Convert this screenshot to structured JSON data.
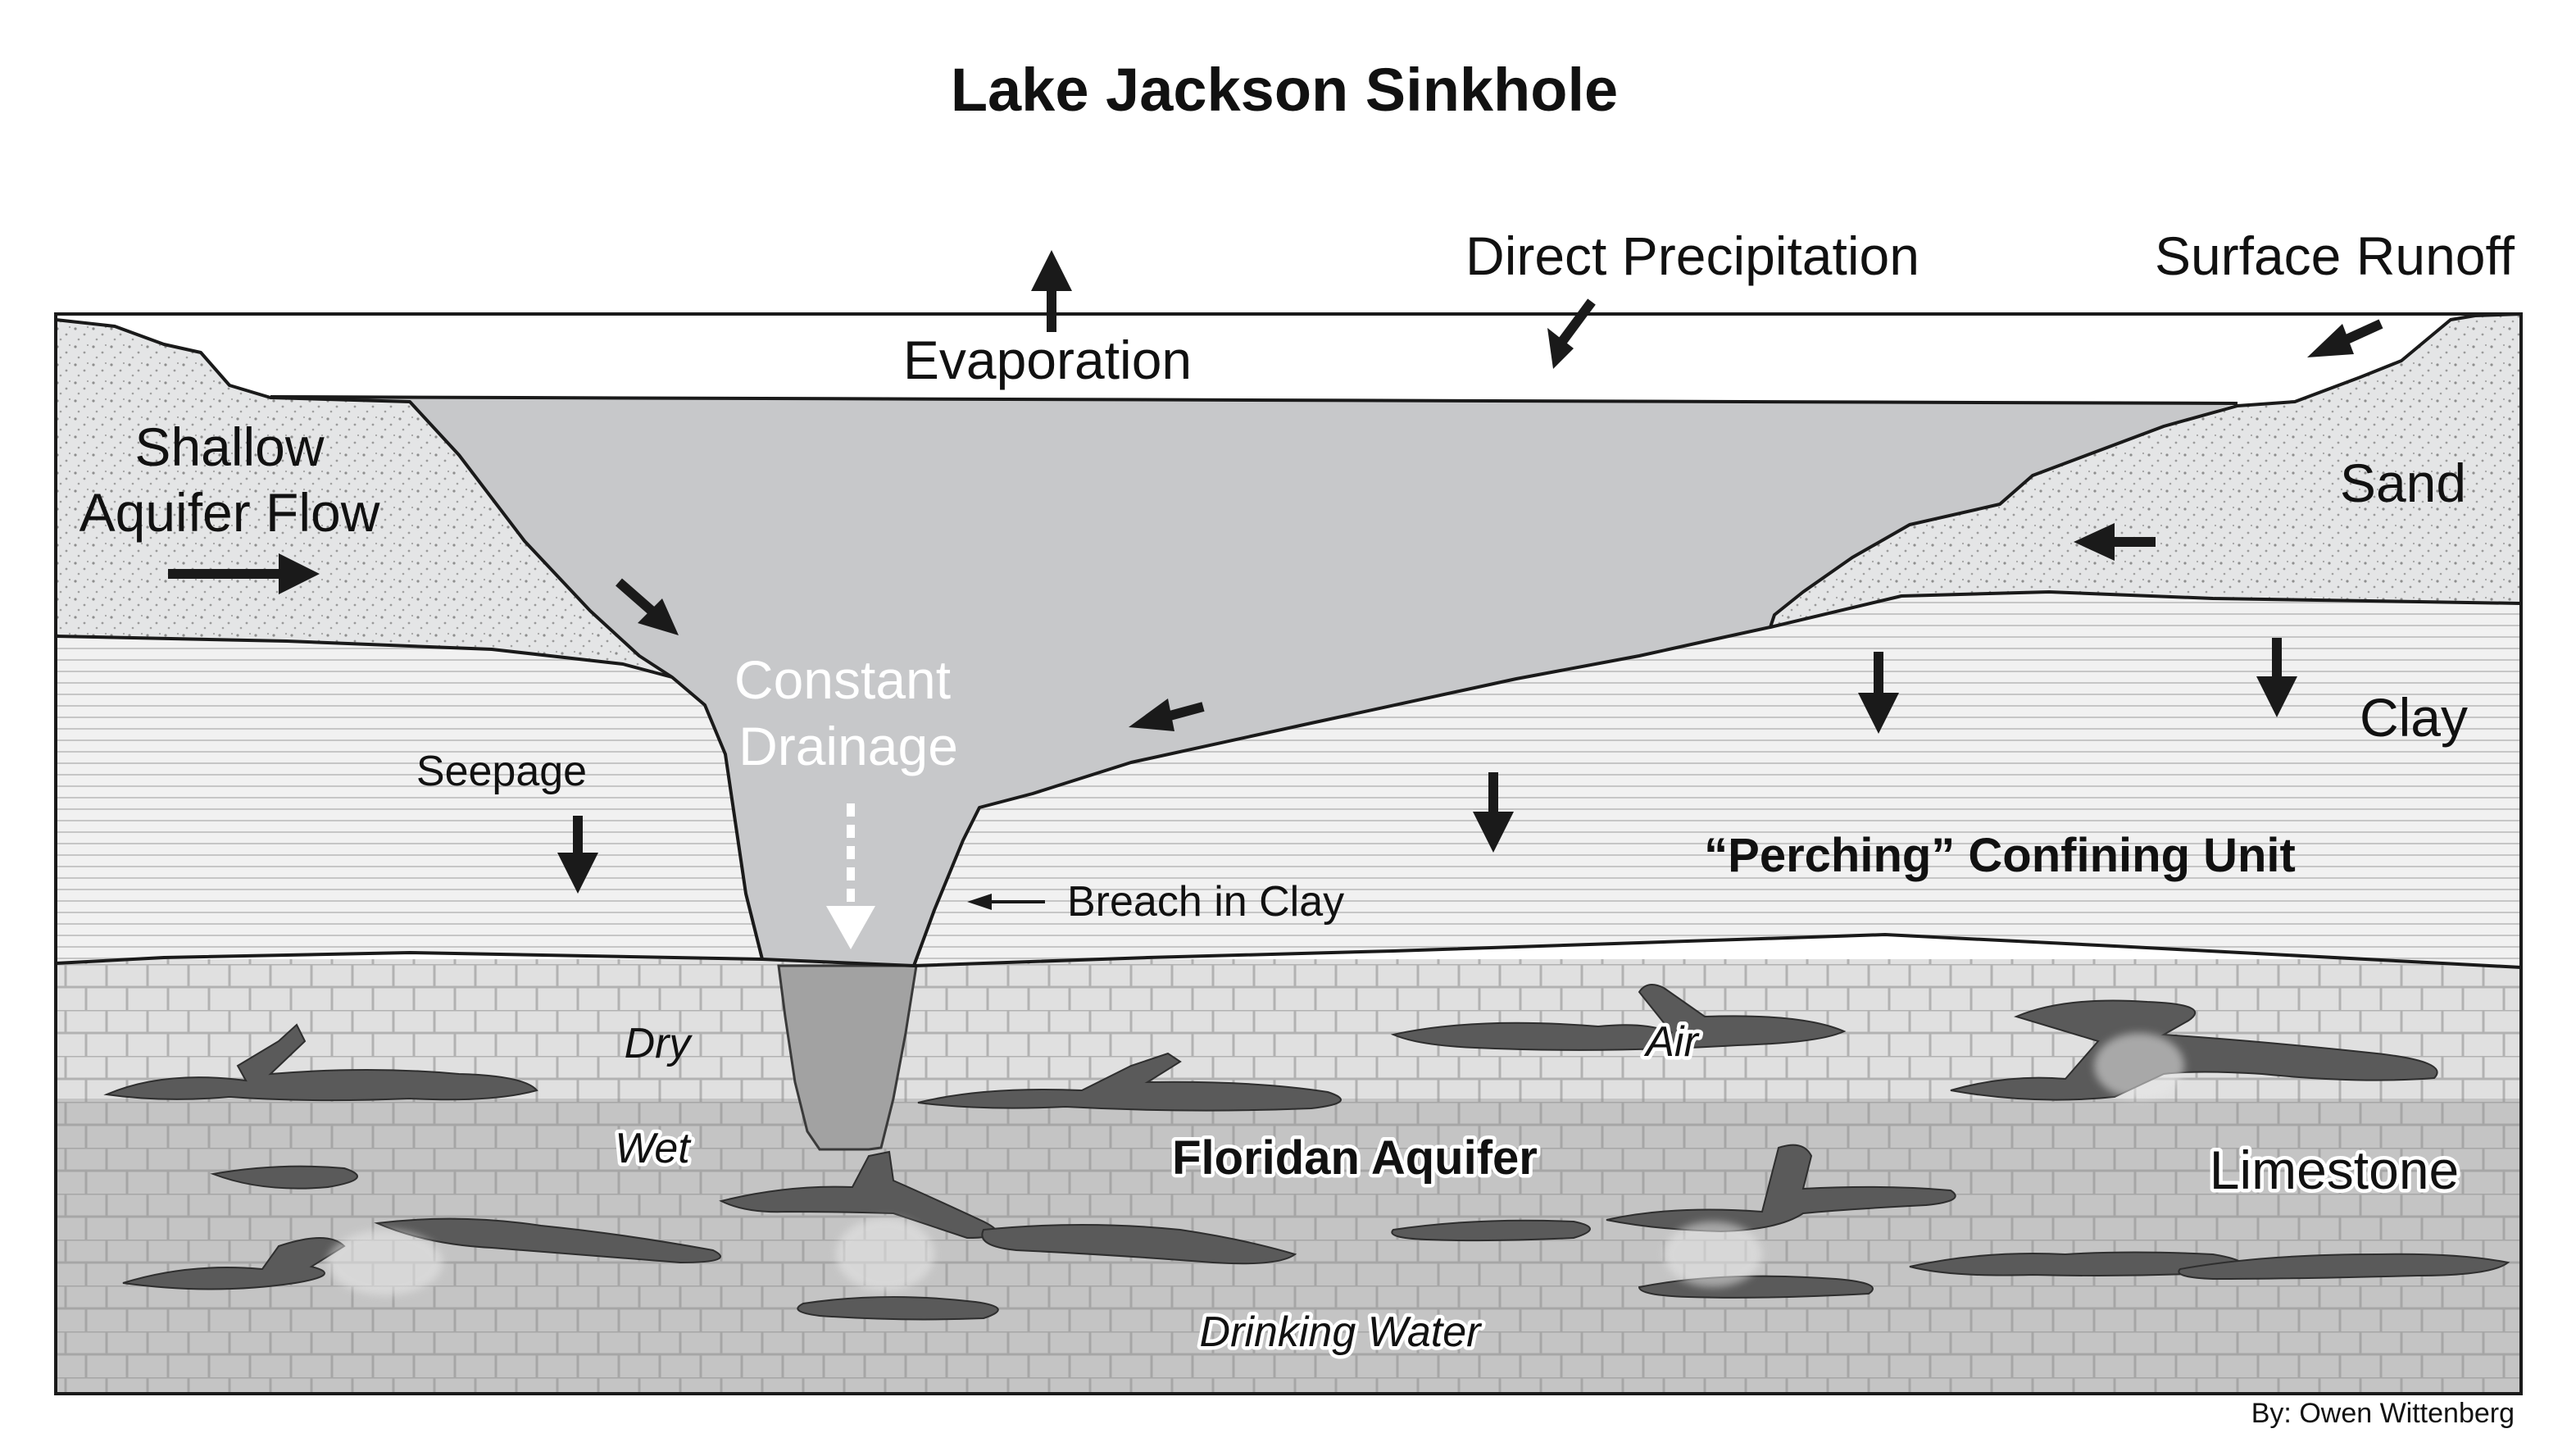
{
  "title": "Lake Jackson Sinkhole",
  "labels": {
    "evaporation": "Evaporation",
    "direct_precipitation": "Direct Precipitation",
    "surface_runoff": "Surface Runoff",
    "shallow_aquifer_flow_line1": "Shallow",
    "shallow_aquifer_flow_line2": "Aquifer Flow",
    "sand": "Sand",
    "clay": "Clay",
    "constant_drainage_line1": "Constant",
    "constant_drainage_line2": "Drainage",
    "seepage": "Seepage",
    "breach_in_clay": "Breach in Clay",
    "perching_confining_unit": "“Perching” Confining Unit",
    "dry": "Dry",
    "wet": "Wet",
    "air": "Air",
    "floridan_aquifer": "Floridan Aquifer",
    "limestone": "Limestone",
    "drinking_water": "Drinking Water",
    "credit": "By: Owen Wittenberg"
  },
  "colors": {
    "lake_water": "#c7c8ca",
    "sand": "#e4e5e6",
    "clay": "#f1f1f1",
    "limestone_dry": "#e0e0e0",
    "limestone_wet": "#c4c4c4",
    "cavity": "#5a5a5a",
    "arrow": "#1a1a1a"
  }
}
